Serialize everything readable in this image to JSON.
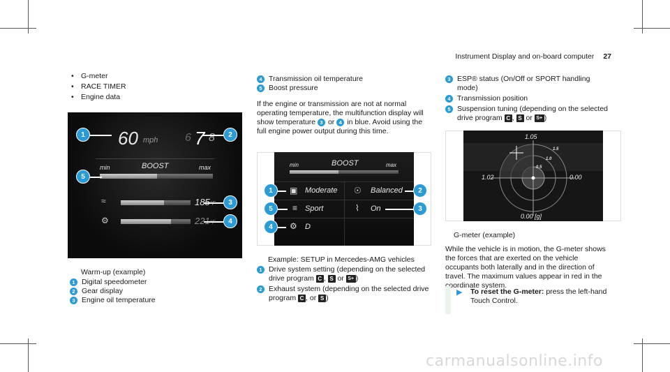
{
  "header": {
    "title": "Instrument Display and on-board computer",
    "page_number": "27"
  },
  "left_list": [
    "G-meter",
    "RACE TIMER",
    "Engine data"
  ],
  "fig1": {
    "speed": "60",
    "speed_unit": "mph",
    "gear_prev": "6",
    "gear_current": "7",
    "gear_next": "8",
    "boost_min": "min",
    "boost_label": "BOOST",
    "boost_max": "max",
    "oil_temp": "185",
    "trans_temp": "221",
    "temp_unit": "°F",
    "callouts": [
      "1",
      "2",
      "3",
      "4",
      "5"
    ]
  },
  "caption1": "Warm-up (example)",
  "legend1": [
    {
      "n": "1",
      "text": "Digital speedometer"
    },
    {
      "n": "2",
      "text": "Gear display"
    },
    {
      "n": "3",
      "text": "Engine oil temperature"
    }
  ],
  "col2_top": [
    {
      "n": "4",
      "text": "Transmission oil temperature"
    },
    {
      "n": "5",
      "text": "Boost pressure"
    }
  ],
  "col2_para": {
    "part1": "If the engine or transmission are not at normal operating temperature, the multifunction display will show temperature",
    "n3": "3",
    "or": "or",
    "n4": "4",
    "part2": "in blue. Avoid using the full engine power output during this time."
  },
  "fig2": {
    "boost_min": "min",
    "boost_label": "BOOST",
    "boost_max": "max",
    "mode_drive": "Moderate",
    "mode_exhaust": "Balanced",
    "mode_susp": "Sport",
    "esp": "On",
    "trans": "D",
    "callouts": [
      "1",
      "2",
      "5",
      "3",
      "4"
    ]
  },
  "caption2": "Example: SETUP in Mercedes-AMG vehicles",
  "legend2": [
    {
      "n": "1",
      "text_a": "Drive system setting (depending on the selected drive program",
      "keys": [
        "C",
        "S",
        "S+"
      ],
      "text_b": ")"
    },
    {
      "n": "2",
      "text_a": "Exhaust system (depending on the selected drive program",
      "keys": [
        "C",
        "S"
      ],
      "text_b": ")"
    }
  ],
  "col3_top": [
    {
      "n": "3",
      "text": "ESP® status (On/Off or SPORT handling mode)"
    },
    {
      "n": "4",
      "text": "Transmission position"
    },
    {
      "n": "5",
      "text_a": "Suspension tuning (depending on the selected drive program",
      "keys": [
        "C",
        "S",
        "S+"
      ],
      "text_b": ")"
    }
  ],
  "fig3": {
    "top": "1.05",
    "left": "1.02",
    "right": "0.00",
    "bottom": "0.00 [g]",
    "ring1": "1.5",
    "ring2": "1.0",
    "ring3": "0.5"
  },
  "caption3": "G-meter (example)",
  "col3_para": "While the vehicle is in motion, the G-meter shows the forces that are exerted on the vehicle occupants both laterally and in the direction of travel. The maximum values appear in red in the coordinate system.",
  "instruction": {
    "bold": "To reset the G-meter:",
    "rest": "press the left-hand Touch Control."
  },
  "watermark": "carmanualsonline.info",
  "colors": {
    "accent": "#2a9bd6",
    "screen_bg": "#0b0b0b"
  }
}
